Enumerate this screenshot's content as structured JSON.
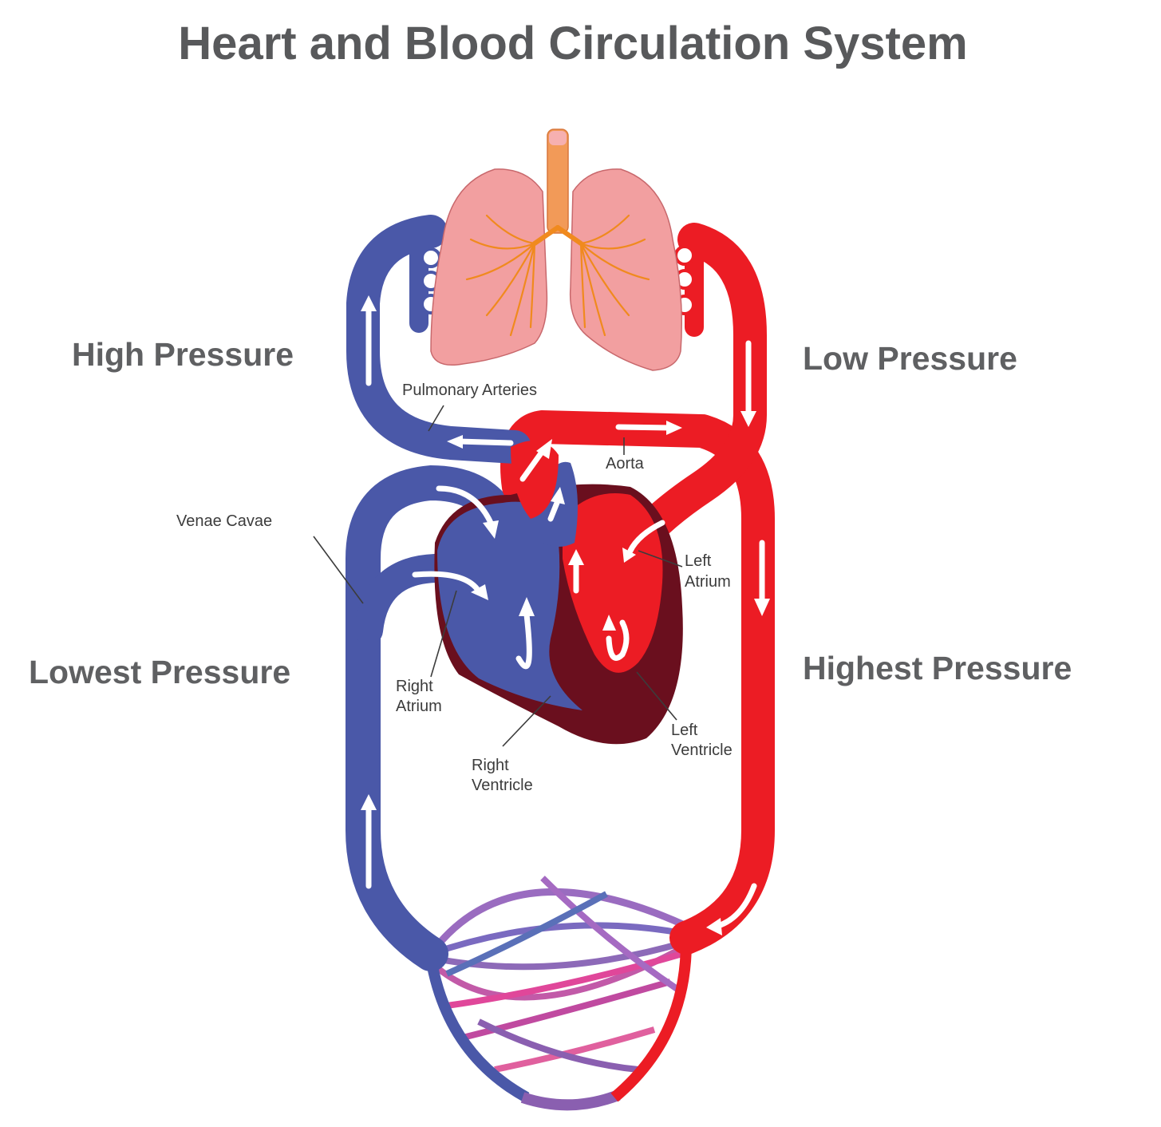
{
  "title": "Heart and Blood Circulation System",
  "pressure_labels": {
    "high": "High Pressure",
    "low": "Low Pressure",
    "lowest": "Lowest Pressure",
    "highest": "Highest Pressure"
  },
  "anatomy_labels": {
    "pulmonary_arteries": "Pulmonary Arteries",
    "aorta": "Aorta",
    "venae_cavae": "Venae  Cavae",
    "left_atrium_1": "Left",
    "left_atrium_2": "Atrium",
    "right_atrium_1": "Right",
    "right_atrium_2": "Atrium",
    "right_ventricle_1": "Right",
    "right_ventricle_2": "Ventricle",
    "left_ventricle_1": "Left",
    "left_ventricle_2": "Ventricle"
  },
  "colors": {
    "deoxygenated": "#4a58a8",
    "oxygenated": "#ec1c24",
    "lung_fill": "#f29fa0",
    "heart_wall": "#6a0f1e",
    "bronchi": "#f08a1e",
    "capillary_mix": "#8a5fb0"
  }
}
